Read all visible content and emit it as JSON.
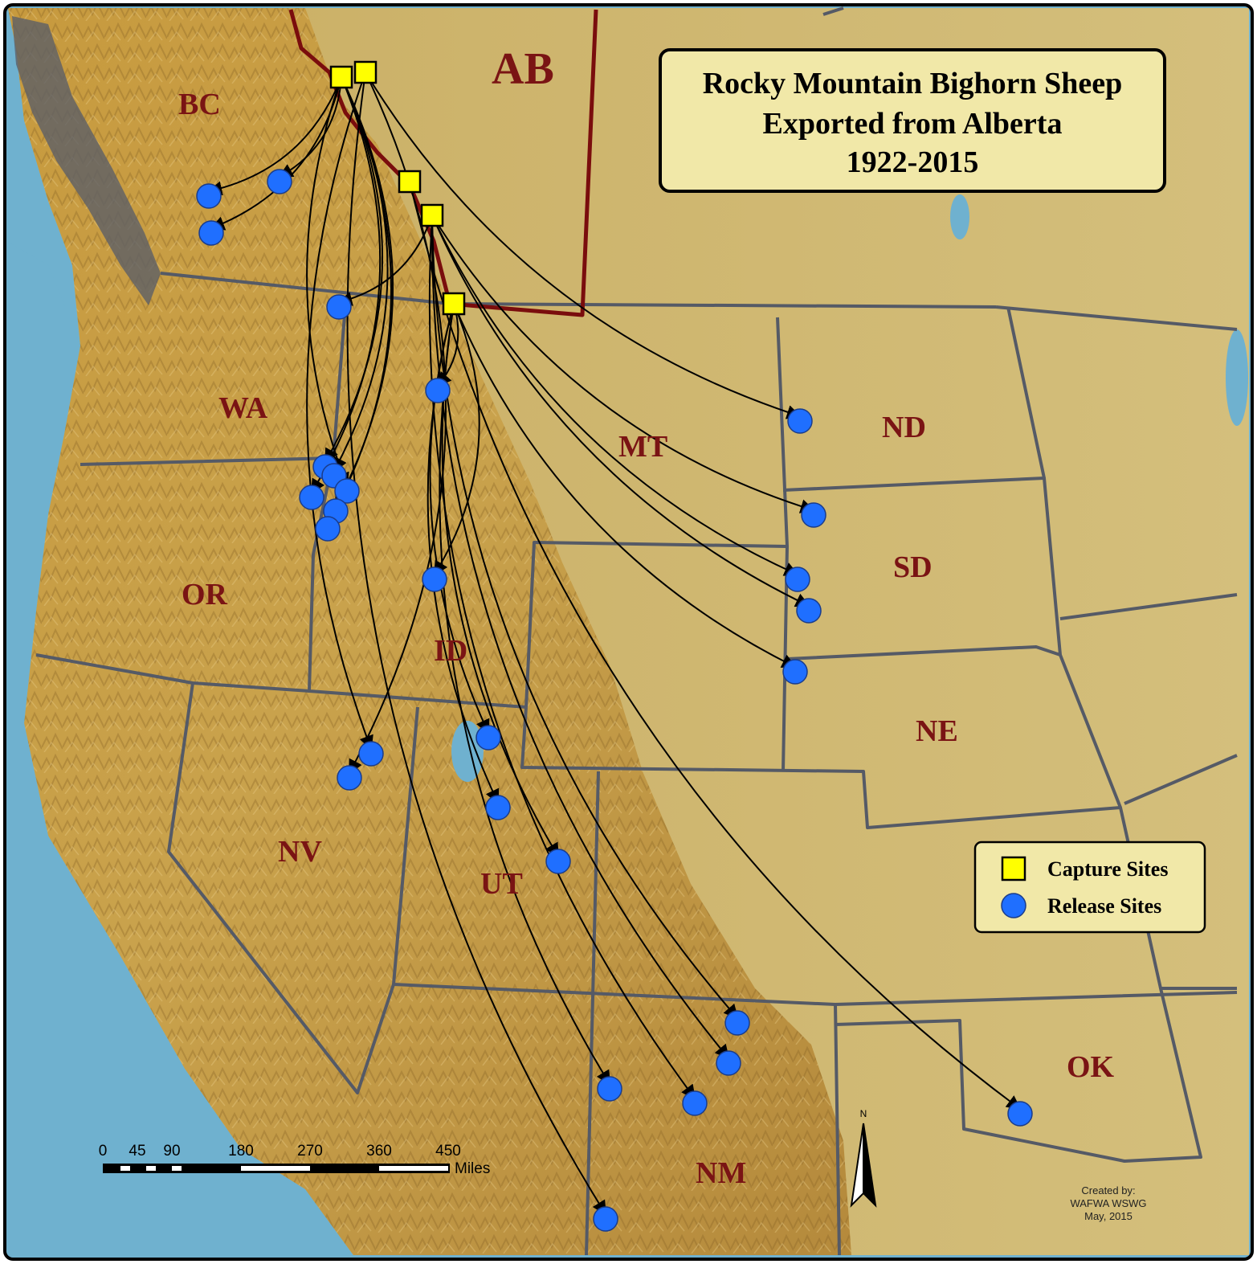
{
  "title": {
    "line1": "Rocky Mountain Bighorn Sheep",
    "line2": "Exported from Alberta",
    "line3": "1922-2015"
  },
  "state_labels": {
    "ab": "AB",
    "bc": "BC",
    "wa": "WA",
    "or": "OR",
    "id": "ID",
    "mt": "MT",
    "nd": "ND",
    "sd": "SD",
    "ne": "NE",
    "nv": "NV",
    "ut": "UT",
    "nm": "NM",
    "ok": "OK"
  },
  "legend": {
    "capture_label": "Capture Sites",
    "release_label": "Release Sites"
  },
  "scale_bar": {
    "ticks": [
      "0",
      "45",
      "90",
      "180",
      "270",
      "360",
      "450"
    ],
    "unit": "Miles"
  },
  "north_arrow": {
    "label": "N"
  },
  "credit": {
    "line1": "Created by:",
    "line2": "WAFWA WSWG",
    "line3": "May, 2015"
  },
  "colors": {
    "ocean": "#6fb1cf",
    "land": "#c9a85a",
    "plains": "#c4ac63",
    "alberta_border": "#7a0d0d",
    "state_border": "#555a66",
    "capture_site": "#ffff00",
    "release_site": "#1f6fff",
    "title_box": "#f1e8a8",
    "label": "#7a1414"
  },
  "icons": {
    "capture": "yellow-square-icon",
    "release": "blue-circle-icon",
    "north": "north-arrow-icon"
  }
}
